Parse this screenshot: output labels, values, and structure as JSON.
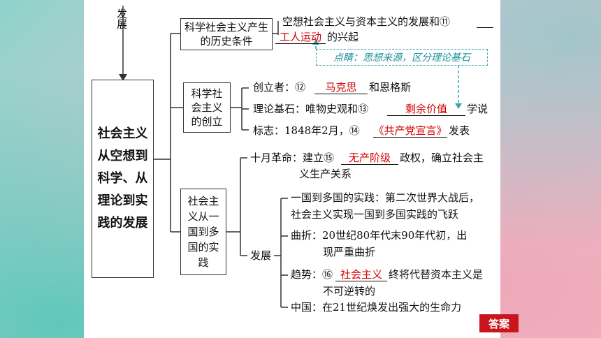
{
  "top_label": "发展",
  "root": "社会主义从空想到科学、从理论到实践的发展",
  "branches": {
    "b1": "科学社会主义产生的历史条件",
    "b2": "科学社会主义的创立",
    "b3": "社会主义从一国到多国的实践"
  },
  "b1_line1_prefix": "空想社会主义与资本主义的发展和⑪",
  "b1_line2_answer": "工人运动",
  "b1_line2_suffix": "的兴起",
  "hint": "点睛：思想来源，区分理论基石",
  "b2_founder_prefix": "创立者：⑫",
  "b2_founder_answer": "马克思",
  "b2_founder_suffix": "和恩格斯",
  "b2_basis_prefix": "理论基石：唯物史观和⑬",
  "b2_basis_answer": "剩余价值",
  "b2_basis_suffix": "学说",
  "b2_mark_prefix": "标志：1848年2月，⑭",
  "b2_mark_answer": "《共产党宣言》",
  "b2_mark_suffix": "发表",
  "b3_oct_prefix": "十月革命：建立⑮",
  "b3_oct_answer": "无产阶级",
  "b3_oct_suffix": "政权，确立社会主",
  "b3_oct_line2": "义生产关系",
  "b3_dev_label": "发展",
  "b3_dev_1a": "一国到多国的实践：第二次世界大战后，",
  "b3_dev_1b": "社会主义实现一国到多国实践的飞跃",
  "b3_dev_2a": "曲折：20世纪80年代末90年代初，出",
  "b3_dev_2b": "现严重曲折",
  "b3_dev_3a_prefix": "趋势：⑯",
  "b3_dev_3a_answer": "社会主义",
  "b3_dev_3a_suffix": "终将代替资本主义是",
  "b3_dev_3b": "不可逆转的",
  "b3_dev_4": "中国：在21世纪焕发出强大的生命力",
  "answer_button": "答案"
}
